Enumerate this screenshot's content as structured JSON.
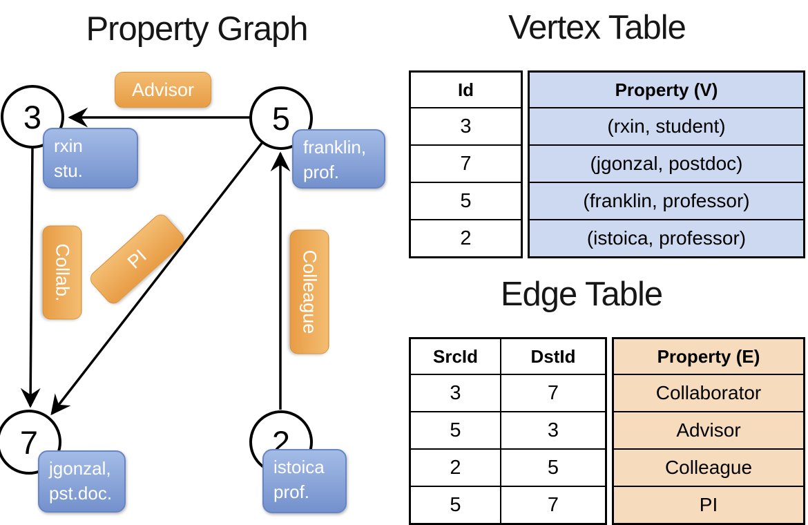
{
  "titles": {
    "graph": "Property Graph",
    "vertex_table": "Vertex Table",
    "edge_table": "Edge Table"
  },
  "graph": {
    "nodes": [
      {
        "id": "3",
        "label_lines": [
          "rxin",
          "stu."
        ]
      },
      {
        "id": "5",
        "label_lines": [
          "franklin,",
          "prof."
        ]
      },
      {
        "id": "7",
        "label_lines": [
          "jgonzal,",
          "pst.doc."
        ]
      },
      {
        "id": "2",
        "label_lines": [
          "istoica",
          "prof."
        ]
      }
    ],
    "edges": [
      {
        "src": "5",
        "dst": "3",
        "label": "Advisor"
      },
      {
        "src": "3",
        "dst": "7",
        "label": "Collab."
      },
      {
        "src": "5",
        "dst": "7",
        "label": "PI"
      },
      {
        "src": "2",
        "dst": "5",
        "label": "Colleague"
      }
    ]
  },
  "vertex_table": {
    "headers": {
      "id": "Id",
      "property": "Property (V)"
    },
    "rows": [
      {
        "id": "3",
        "property": "(rxin, student)"
      },
      {
        "id": "7",
        "property": "(jgonzal, postdoc)"
      },
      {
        "id": "5",
        "property": "(franklin, professor)"
      },
      {
        "id": "2",
        "property": "(istoica, professor)"
      }
    ]
  },
  "edge_table": {
    "headers": {
      "src": "SrcId",
      "dst": "DstId",
      "property": "Property (E)"
    },
    "rows": [
      {
        "src": "3",
        "dst": "7",
        "property": "Collaborator"
      },
      {
        "src": "5",
        "dst": "3",
        "property": "Advisor"
      },
      {
        "src": "2",
        "dst": "5",
        "property": "Colleague"
      },
      {
        "src": "5",
        "dst": "7",
        "property": "PI"
      }
    ]
  },
  "colors": {
    "table_blue_fill": "#cdd9f0",
    "table_tan_fill": "#f6dcbd",
    "node_box_top": "#a3bbe6",
    "node_box_bottom": "#7491cd",
    "node_box_border": "#6784c3",
    "edge_label_top": "#f3bd72",
    "edge_label_bottom": "#e89c45",
    "line_color": "#000000"
  }
}
